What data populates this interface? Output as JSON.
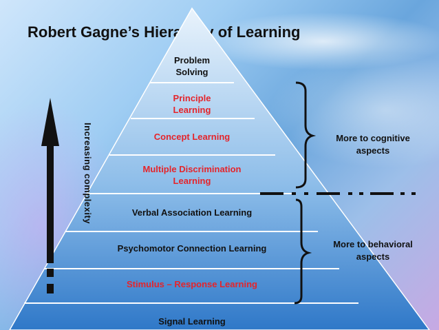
{
  "title": "Robert Gagne’s Hierarchy of Learning",
  "axis_label": "Increasing complexity",
  "tiers": [
    {
      "label": "Problem\nSolving",
      "color": "dark"
    },
    {
      "label": "Principle\nLearning",
      "color": "red"
    },
    {
      "label": "Concept Learning",
      "color": "red"
    },
    {
      "label": "Multiple Discrimination\nLearning",
      "color": "red"
    },
    {
      "label": "Verbal Association Learning",
      "color": "dark"
    },
    {
      "label": "Psychomotor Connection Learning",
      "color": "dark"
    },
    {
      "label": "Stimulus – Response Learning",
      "color": "red"
    },
    {
      "label": "Signal Learning",
      "color": "dark"
    }
  ],
  "groups": {
    "cognitive": "More to cognitive\naspects",
    "behavioral": "More to behavioral\naspects"
  },
  "colors": {
    "pyramid_top": "#e9f3fc",
    "pyramid_bottom": "#2f78c8",
    "tier_line": "#ffffff",
    "accent_red": "#e5242a",
    "text": "#111111"
  }
}
